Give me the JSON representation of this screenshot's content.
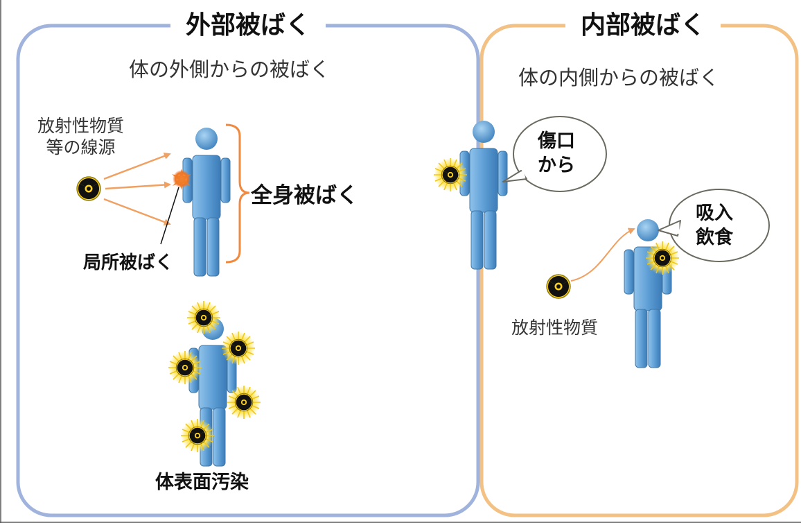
{
  "external": {
    "title": "外部被ばく",
    "subtitle": "体の外側からの被ばく",
    "source_label": "放射性物質\n等の線源",
    "whole_body_label": "全身被ばく",
    "local_label": "局所被ばく",
    "surface_label": "体表面汚染"
  },
  "internal": {
    "title": "内部被ばく",
    "subtitle": "体の内側からの被ばく",
    "wound_bubble": "傷口\nから",
    "intake_bubble": "吸入\n飲食",
    "material_label": "放射性物質"
  },
  "colors": {
    "external_border": "#9fb3dd",
    "internal_border": "#f3c183",
    "figure": "#6aa7d8",
    "arrow": "#f0a060",
    "radiation": "#ffd21e"
  },
  "icons": [
    "radiation-icon",
    "person-figure-icon",
    "sparkle-hit-icon",
    "brace-icon",
    "speech-bubble-icon"
  ]
}
